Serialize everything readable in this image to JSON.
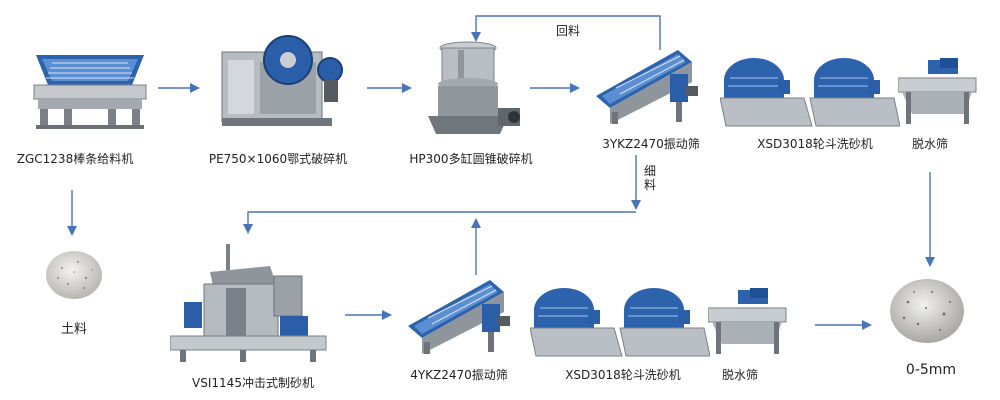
{
  "top_row": {
    "feeder": "ZGC1238棒条给料机",
    "jaw_crusher": "PE750×1060鄂式破碎机",
    "cone_crusher": "HP300多缸圆锥破碎机",
    "screen": "3YKZ2470振动筛",
    "sand_washer": "XSD3018轮斗洗砂机",
    "dewater_screen": "脱水筛"
  },
  "bottom_row": {
    "sand_maker": "VSI1145冲击式制砂机",
    "screen": "4YKZ2470振动筛",
    "sand_washer": "XSD3018轮斗洗砂机",
    "dewater_screen": "脱水筛"
  },
  "outputs": {
    "soil": "土料",
    "product": "0-5mm"
  },
  "flow_labels": {
    "return": "回料",
    "fine_line1": "细",
    "fine_line2": "料"
  },
  "colors": {
    "arrow": "#4a74b8",
    "machine_blue": "#2a5ea8",
    "steel": "#8e959c"
  }
}
